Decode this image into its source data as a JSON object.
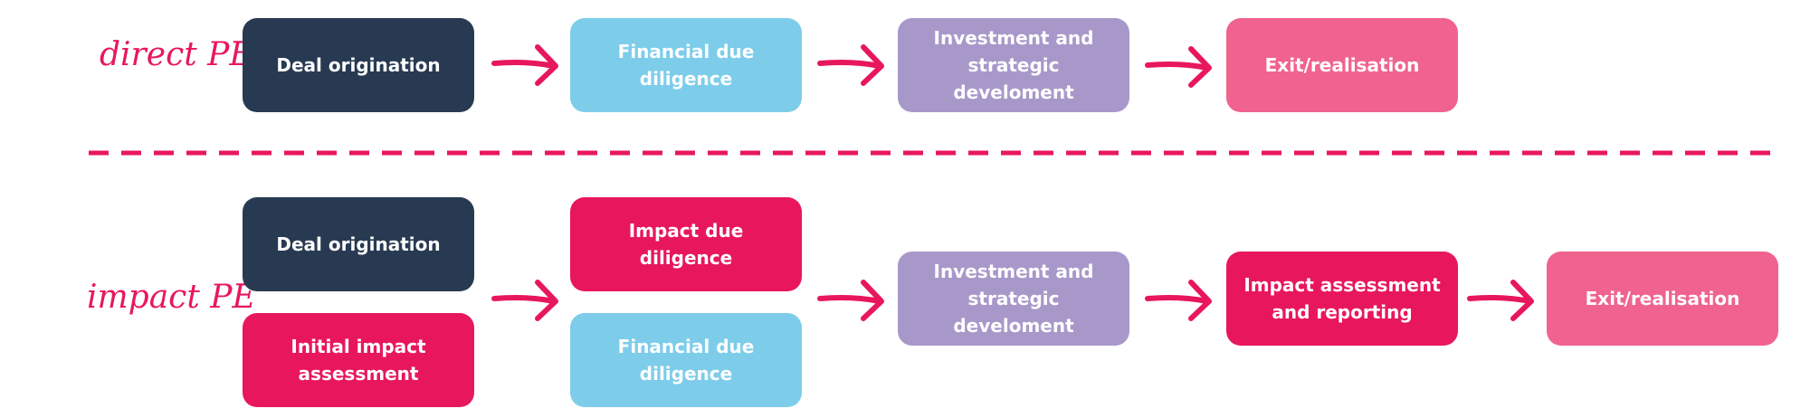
{
  "colors": {
    "accent": "#e8175d",
    "navy": "#283a52",
    "light_blue": "#7dcdea",
    "lavender": "#a898ca",
    "pink": "#f0638f",
    "magenta": "#e8175d"
  },
  "direct_pe": {
    "label": "direct PE",
    "steps": [
      {
        "text": "Deal origination",
        "color": "navy"
      },
      {
        "text": "Financial due diligence",
        "color": "light_blue"
      },
      {
        "text": "Investment and strategic develoment",
        "color": "lavender"
      },
      {
        "text": "Exit/realisation",
        "color": "pink"
      }
    ]
  },
  "impact_pe": {
    "label": "impact PE",
    "steps": [
      {
        "text": "Deal origination",
        "color": "navy"
      },
      {
        "text": "Initial impact assessment",
        "color": "magenta"
      },
      {
        "text": "Impact due diligence",
        "color": "magenta"
      },
      {
        "text": "Financial due diligence",
        "color": "light_blue"
      },
      {
        "text": "Investment and strategic develoment",
        "color": "lavender"
      },
      {
        "text": "Impact assessment and reporting",
        "color": "magenta"
      },
      {
        "text": "Exit/realisation",
        "color": "pink"
      }
    ]
  }
}
